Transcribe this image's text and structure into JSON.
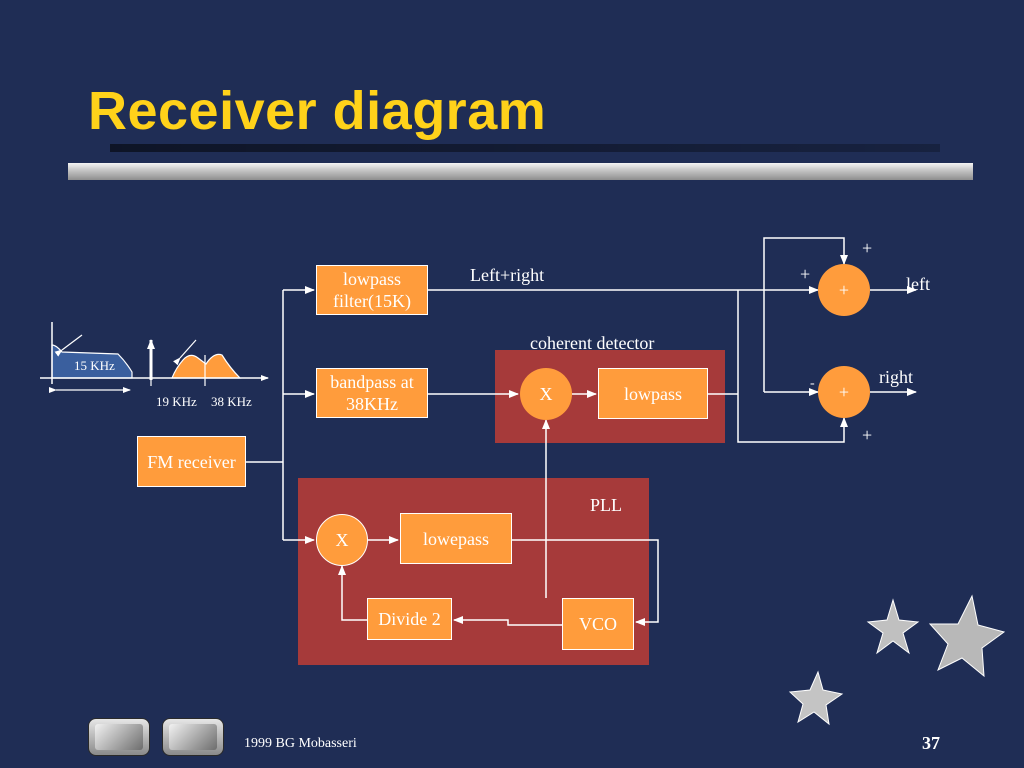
{
  "title": "Receiver diagram",
  "spectrum": {
    "band1_label": "15 KHz",
    "tick_19": "19 KHz",
    "tick_38": "38 KHz"
  },
  "blocks": {
    "fm_receiver": "FM receiver",
    "lowpass_filter": "lowpass filter(15K)",
    "bandpass": "bandpass at 38KHz",
    "cd_multiplier": "X",
    "cd_lowpass": "lowpass",
    "pll_multiplier": "X",
    "pll_lowepass": "lowepass",
    "divide2": "Divide 2",
    "vco": "VCO",
    "adder_top": "+",
    "adder_bottom": "+"
  },
  "labels": {
    "left_plus_right": "Left+right",
    "coherent_detector": "coherent detector",
    "pll": "PLL",
    "left": "left",
    "right": "right",
    "plus_top_a": "+",
    "plus_top_b": "+",
    "minus_sign": "-",
    "plus_bottom": "+"
  },
  "footer": {
    "credit": "1999 BG Mobasseri",
    "page": "37"
  },
  "colors": {
    "background": "#1f2d55",
    "title": "#ffd21a",
    "block": "#ff9c3c",
    "region": "#a63a3a",
    "spectrum_base": "#3a5f9e"
  }
}
